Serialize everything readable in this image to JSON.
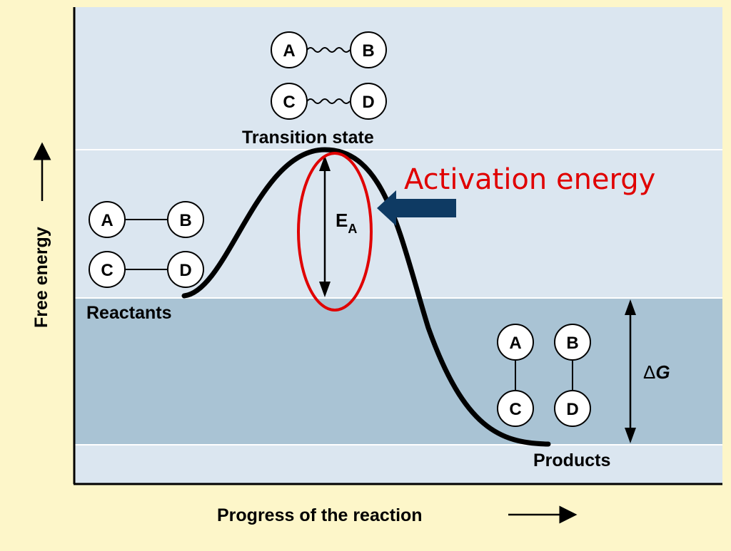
{
  "diagram": {
    "y_axis_label": "Free energy",
    "x_axis_label": "Progress of the reaction",
    "transition_label": "Transition state",
    "reactants_label": "Reactants",
    "products_label": "Products",
    "ea_main": "E",
    "ea_sub": "A",
    "delta_g_symbol": "Δ",
    "delta_g_letter": "G",
    "annotation": "Activation energy",
    "molecules": {
      "a": "A",
      "b": "B",
      "c": "C",
      "d": "D"
    }
  },
  "colors": {
    "page_background": "#fdf6c9",
    "upper_band": "#dbe6f0",
    "middle_band": "#a9c3d4",
    "curve": "#000000",
    "highlight_ellipse": "#e00000",
    "annotation_text": "#e00000",
    "pointer_arrow": "#0e3a63"
  }
}
